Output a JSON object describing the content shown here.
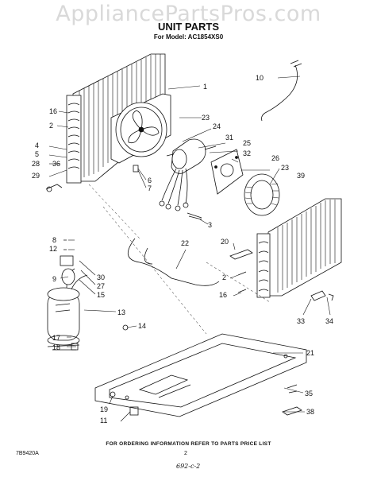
{
  "watermark": "AppliancePartsPros.com",
  "title": "UNIT PARTS",
  "subtitle": "For Model: AC1854XS0",
  "footer_note": "FOR ORDERING INFORMATION REFER TO PARTS PRICE LIST",
  "catalog_number": "7B9420A",
  "page_number": "2",
  "handwritten_note": "692-c-2",
  "callouts": [
    "1",
    "10",
    "16",
    "2",
    "4",
    "5",
    "28",
    "29",
    "36",
    "23",
    "24",
    "31",
    "25",
    "32",
    "26",
    "23",
    "39",
    "6",
    "7",
    "3",
    "22",
    "8",
    "12",
    "9",
    "30",
    "27",
    "15",
    "13",
    "14",
    "17",
    "18",
    "20",
    "2",
    "16",
    "33",
    "34",
    "21",
    "35",
    "19",
    "11",
    "38"
  ]
}
